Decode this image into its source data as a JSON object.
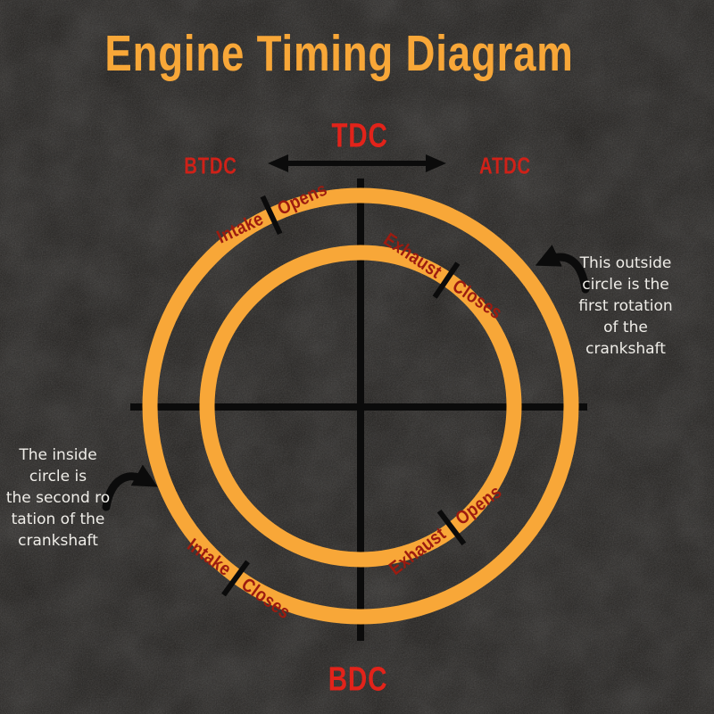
{
  "title": "Engine Timing Diagram",
  "top_labels": {
    "tdc": "TDC",
    "btdc": "BTDC",
    "atdc": "ATDC"
  },
  "bottom_labels": {
    "bdc": "BDC"
  },
  "valve_events": [
    {
      "word1": "Intake",
      "word2": "Opens"
    },
    {
      "word1": "Exhaust",
      "word2": "Closes"
    },
    {
      "word1": "Exhaust",
      "word2": "Opens"
    },
    {
      "word1": "Intake",
      "word2": "Closes"
    }
  ],
  "annotations": {
    "right": {
      "lines": [
        "This outside",
        "circle is the",
        "first rotation",
        "of the",
        "crankshaft"
      ]
    },
    "left": {
      "lines": [
        "The inside",
        "circle is",
        "the second ro",
        "tation of the",
        "crankshaft"
      ]
    }
  },
  "colors": {
    "bg": "#211F1D",
    "orange": "#F8A738",
    "red": "#E2231A",
    "red-dim": "#CF2118",
    "dark-red": "#9C1B10",
    "ink": "#0B0B0B",
    "paper-white": "#EFEDE8"
  }
}
